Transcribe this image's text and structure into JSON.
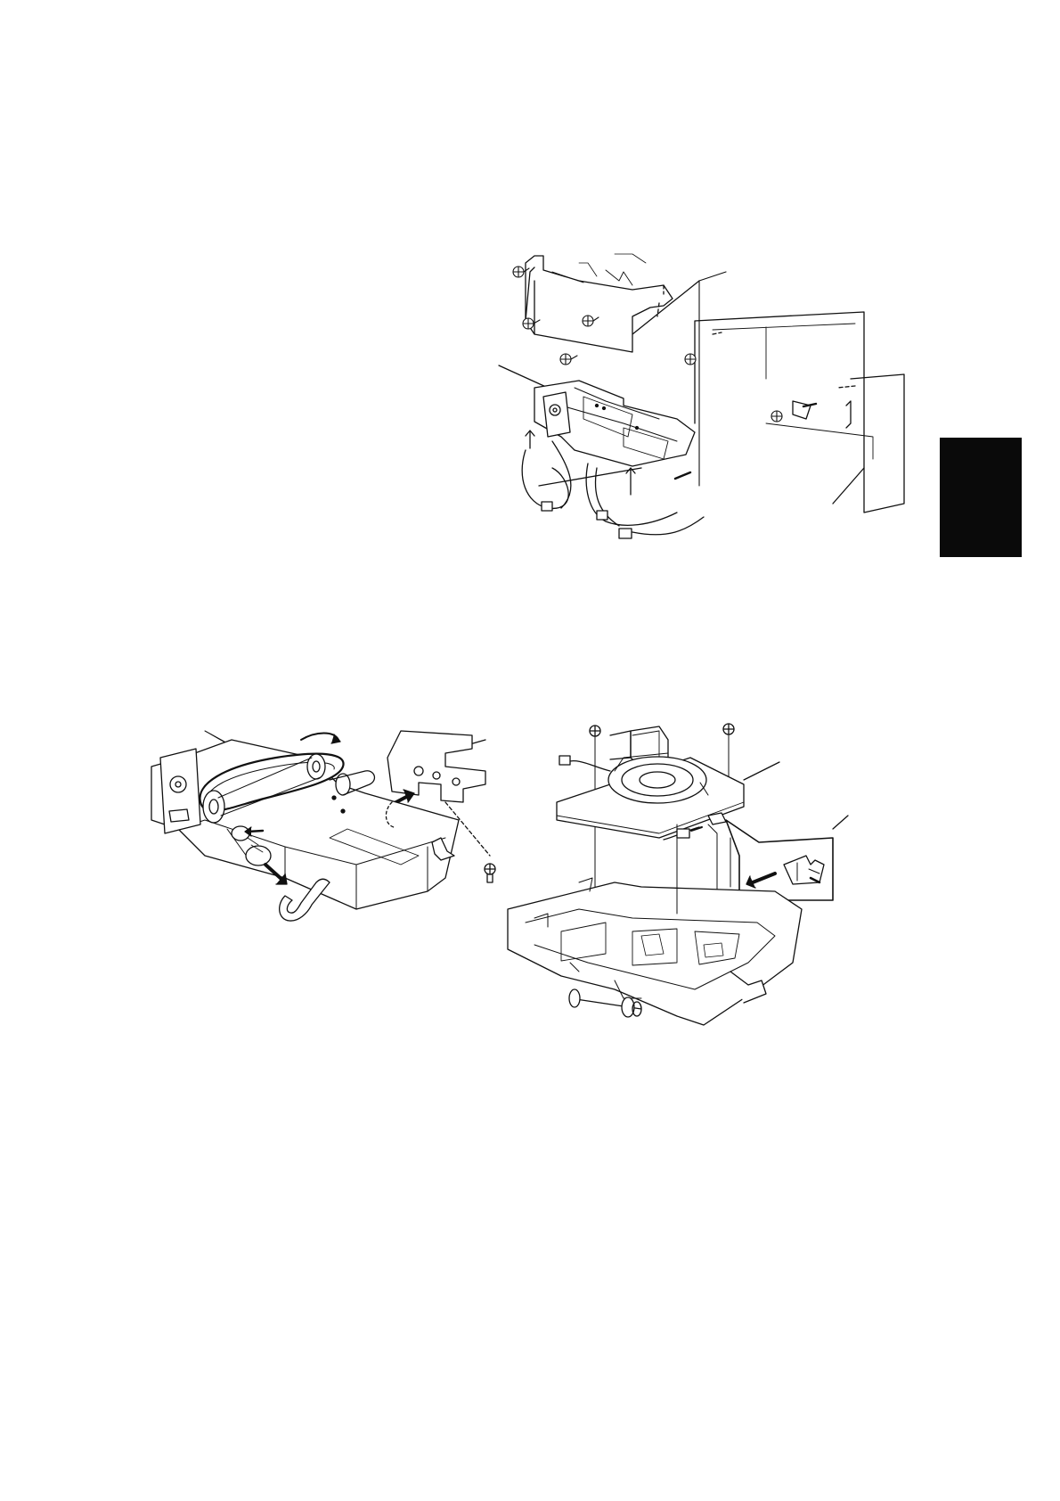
{
  "page": {
    "background": "#ffffff",
    "ink": "#111111",
    "section_tab_color": "#0a0a0a"
  },
  "figures": [
    {
      "id": "fig-top",
      "icon": "printer-unit-removal-illustration"
    },
    {
      "id": "fig-left",
      "icon": "roller-belt-removal-illustration"
    },
    {
      "id": "fig-right",
      "icon": "fan-motor-board-removal-illustration"
    }
  ]
}
